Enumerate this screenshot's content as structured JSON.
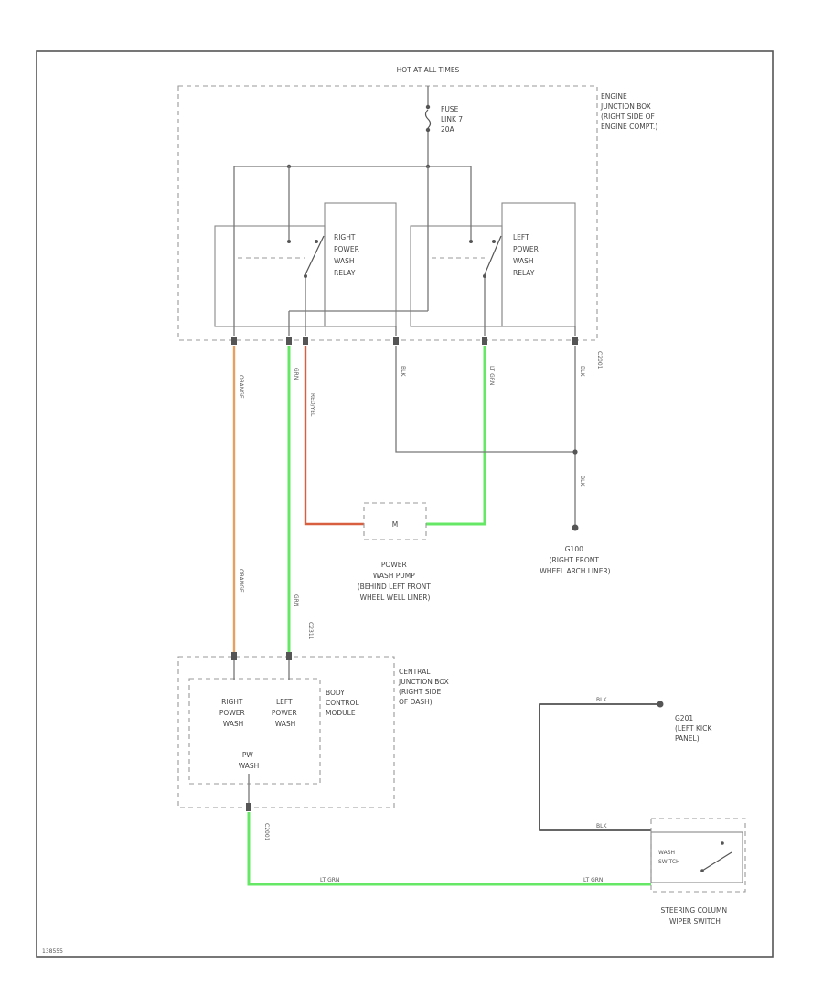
{
  "power_source": "HOT AT ALL TIMES",
  "fuse": [
    "FUSE",
    "LINK 7",
    "20A"
  ],
  "engine_box": [
    "ENGINE",
    "JUNCTION BOX",
    "(RIGHT SIDE OF",
    "ENGINE COMPT.)"
  ],
  "right_relay": [
    "RIGHT",
    "POWER",
    "WASH",
    "RELAY"
  ],
  "left_relay": [
    "LEFT",
    "POWER",
    "WASH",
    "RELAY"
  ],
  "wire_colors": {
    "orange": "ORANGE",
    "grn": "GRN",
    "red_yel": "RED/YEL",
    "blk": "BLK",
    "lt_grn": "LT GRN",
    "c2001": "C2001",
    "c2311": "C2311"
  },
  "pump_symbol": "M",
  "pump": [
    "POWER",
    "WASH PUMP",
    "(BEHIND LEFT FRONT",
    "WHEEL WELL LINER)"
  ],
  "ground_g100": [
    "G100",
    "(RIGHT FRONT",
    "WHEEL ARCH LINER)"
  ],
  "central_box": [
    "CENTRAL",
    "JUNCTION BOX",
    "(RIGHT SIDE",
    "OF DASH)"
  ],
  "bcm": [
    "BODY",
    "CONTROL",
    "MODULE"
  ],
  "bcm_right": [
    "RIGHT",
    "POWER",
    "WASH"
  ],
  "bcm_left": [
    "LEFT",
    "POWER",
    "WASH"
  ],
  "bcm_pw": [
    "PW",
    "WASH"
  ],
  "ground_g201": [
    "G201",
    "(LEFT KICK",
    "PANEL)"
  ],
  "wash_switch": [
    "WASH",
    "SWITCH"
  ],
  "steering_col": [
    "STEERING COLUMN",
    "WIPER SWITCH"
  ],
  "figure_id": "138555"
}
